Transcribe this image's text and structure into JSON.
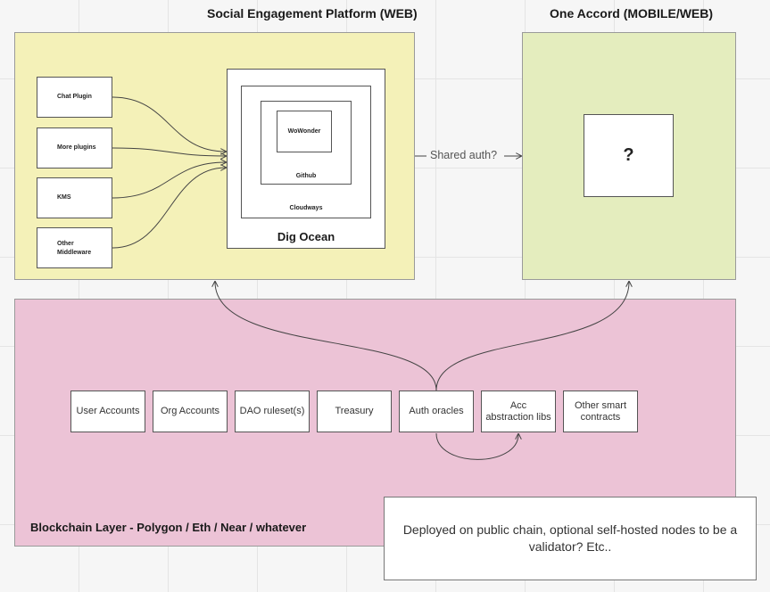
{
  "headings": {
    "social": "Social Engagement Platform (WEB)",
    "one_accord": "One Accord  (MOBILE/WEB)"
  },
  "plugins": [
    "Chat Plugin",
    "More plugins",
    "KMS",
    "Other Middleware"
  ],
  "hosting": {
    "inner": "WoWonder",
    "github": "Github",
    "cloudways": "Cloudways",
    "dig_ocean": "Dig Ocean"
  },
  "shared_auth": "Shared auth?",
  "unknown": "?",
  "blockchain": {
    "title": "Blockchain Layer - Polygon / Eth / Near / whatever",
    "contracts": [
      "User Accounts",
      "Org Accounts",
      "DAO ruleset(s)",
      "Treasury",
      "Auth oracles",
      "Acc abstraction libs",
      "Other smart contracts"
    ]
  },
  "note": "Deployed on public chain, optional self-hosted nodes to be a validator? Etc..",
  "colors": {
    "social_zone": "#f4f1b8",
    "one_accord_zone": "#e4edbe",
    "blockchain_zone": "#ecc3d6"
  }
}
